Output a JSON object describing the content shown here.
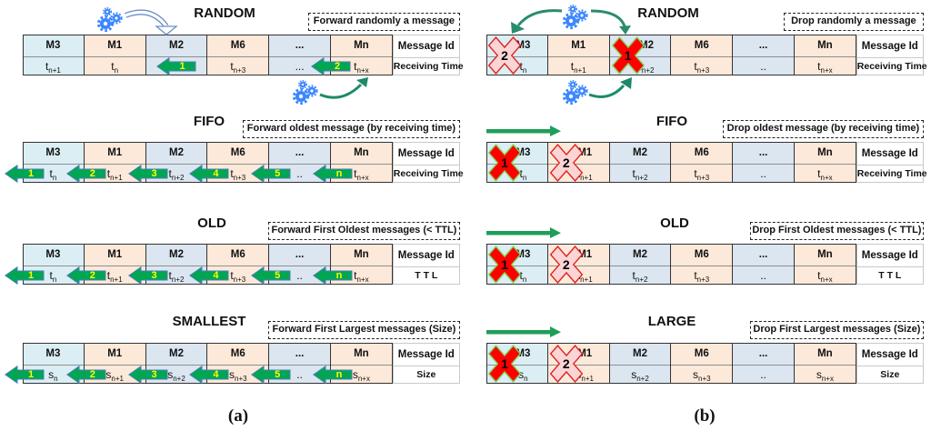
{
  "colors": {
    "cell_light_blue": "#dbeef4",
    "cell_peach": "#fde9d9",
    "cell_grey_blue": "#dce6f1",
    "arrow_green": "#00a651",
    "arrow_number": "#ffff00",
    "drop_solid_red": "#ff0000",
    "drop_outline_pink": "#fbd5d5",
    "gear_blue": "#3a86ff"
  },
  "panels": [
    {
      "id": "a",
      "caption": "(a)",
      "sections": [
        {
          "title": "RANDOM",
          "description": "Forward randomly a message",
          "label_top": "Message Id",
          "label_bottom": "Receiving Time",
          "cells": [
            {
              "id": "M3",
              "value": "t",
              "sub": "n+1",
              "fill": "#dbeef4"
            },
            {
              "id": "M1",
              "value": "t",
              "sub": "n",
              "fill": "#fde9d9"
            },
            {
              "id": "M2",
              "value": "",
              "sub": "",
              "fill": "#dce6f1"
            },
            {
              "id": "M6",
              "value": "t",
              "sub": "n+3",
              "fill": "#fde9d9"
            },
            {
              "id": "...",
              "value": "...",
              "sub": "",
              "fill": "#dce6f1"
            },
            {
              "id": "Mn",
              "value": "t",
              "sub": "n+x",
              "fill": "#fde9d9"
            }
          ],
          "forward_arrows": [
            {
              "label": "1",
              "target": "M2"
            },
            {
              "label": "2",
              "target": "Mn"
            }
          ]
        },
        {
          "title": "FIFO",
          "description": "Forward oldest message (by receiving time)",
          "label_top": "Message Id",
          "label_bottom": "Receiving Time",
          "cells": [
            {
              "id": "M3",
              "value": "t",
              "sub": "n",
              "fill": "#dbeef4"
            },
            {
              "id": "M1",
              "value": "t",
              "sub": "n+1",
              "fill": "#fde9d9"
            },
            {
              "id": "M2",
              "value": "t",
              "sub": "n+2",
              "fill": "#dce6f1"
            },
            {
              "id": "M6",
              "value": "t",
              "sub": "n+3",
              "fill": "#fde9d9"
            },
            {
              "id": "...",
              "value": "..",
              "sub": "",
              "fill": "#dce6f1"
            },
            {
              "id": "Mn",
              "value": "t",
              "sub": "n+x",
              "fill": "#fde9d9"
            }
          ],
          "forward_arrows": [
            {
              "label": "1",
              "target": "M3"
            },
            {
              "label": "2",
              "target": "M1"
            },
            {
              "label": "3",
              "target": "M2"
            },
            {
              "label": "4",
              "target": "M6"
            },
            {
              "label": "5",
              "target": "..."
            },
            {
              "label": "n",
              "target": "Mn"
            }
          ]
        },
        {
          "title": "OLD",
          "description": "Forward First Oldest messages (< TTL)",
          "label_top": "Message Id",
          "label_bottom": "T T L",
          "cells": [
            {
              "id": "M3",
              "value": "t",
              "sub": "n",
              "fill": "#dbeef4"
            },
            {
              "id": "M1",
              "value": "t",
              "sub": "n+1",
              "fill": "#fde9d9"
            },
            {
              "id": "M2",
              "value": "t",
              "sub": "n+2",
              "fill": "#dce6f1"
            },
            {
              "id": "M6",
              "value": "t",
              "sub": "n+3",
              "fill": "#fde9d9"
            },
            {
              "id": "...",
              "value": "..",
              "sub": "",
              "fill": "#dce6f1"
            },
            {
              "id": "Mn",
              "value": "t",
              "sub": "n+x",
              "fill": "#fde9d9"
            }
          ],
          "forward_arrows": [
            {
              "label": "1",
              "target": "M3"
            },
            {
              "label": "2",
              "target": "M1"
            },
            {
              "label": "3",
              "target": "M2"
            },
            {
              "label": "4",
              "target": "M6"
            },
            {
              "label": "5",
              "target": "..."
            },
            {
              "label": "n",
              "target": "Mn"
            }
          ]
        },
        {
          "title": "SMALLEST",
          "description": "Forward First Largest messages (Size)",
          "label_top": "Message Id",
          "label_bottom": "Size",
          "cells": [
            {
              "id": "M3",
              "value": "s",
              "sub": "n",
              "fill": "#dbeef4"
            },
            {
              "id": "M1",
              "value": "s",
              "sub": "n+1",
              "fill": "#fde9d9"
            },
            {
              "id": "M2",
              "value": "s",
              "sub": "n+2",
              "fill": "#dce6f1"
            },
            {
              "id": "M6",
              "value": "s",
              "sub": "n+3",
              "fill": "#fde9d9"
            },
            {
              "id": "...",
              "value": "..",
              "sub": "",
              "fill": "#dce6f1"
            },
            {
              "id": "Mn",
              "value": "s",
              "sub": "n+x",
              "fill": "#fde9d9"
            }
          ],
          "forward_arrows": [
            {
              "label": "1",
              "target": "M3"
            },
            {
              "label": "2",
              "target": "M1"
            },
            {
              "label": "3",
              "target": "M2"
            },
            {
              "label": "4",
              "target": "M6"
            },
            {
              "label": "5",
              "target": "..."
            },
            {
              "label": "n",
              "target": "Mn"
            }
          ]
        }
      ]
    },
    {
      "id": "b",
      "caption": "(b)",
      "sections": [
        {
          "title": "RANDOM",
          "description": "Drop randomly a message",
          "label_top": "Message Id",
          "label_bottom": "Receiving Time",
          "cells": [
            {
              "id": "M3",
              "value": "t",
              "sub": "n",
              "fill": "#dbeef4"
            },
            {
              "id": "M1",
              "value": "t",
              "sub": "n+1",
              "fill": "#fde9d9"
            },
            {
              "id": "M2",
              "value": "t",
              "sub": "n+2",
              "fill": "#dce6f1"
            },
            {
              "id": "M6",
              "value": "t",
              "sub": "n+3",
              "fill": "#fde9d9"
            },
            {
              "id": "...",
              "value": "..",
              "sub": "",
              "fill": "#dce6f1"
            },
            {
              "id": "Mn",
              "value": "t",
              "sub": "n+x",
              "fill": "#fde9d9"
            }
          ],
          "drop_marks": [
            {
              "label": "2",
              "target": "M3",
              "style": "outline"
            },
            {
              "label": "1",
              "target": "M2",
              "style": "solid"
            }
          ]
        },
        {
          "title": "FIFO",
          "description": "Drop oldest message (by receiving time)",
          "label_top": "Message Id",
          "label_bottom": "Receiving Time",
          "flow_arrow": "right",
          "cells": [
            {
              "id": "M3",
              "value": "t",
              "sub": "n",
              "fill": "#dbeef4"
            },
            {
              "id": "M1",
              "value": "t",
              "sub": "n+1",
              "fill": "#fde9d9"
            },
            {
              "id": "M2",
              "value": "t",
              "sub": "n+2",
              "fill": "#dce6f1"
            },
            {
              "id": "M6",
              "value": "t",
              "sub": "n+3",
              "fill": "#fde9d9"
            },
            {
              "id": "...",
              "value": "..",
              "sub": "",
              "fill": "#dce6f1"
            },
            {
              "id": "Mn",
              "value": "t",
              "sub": "n+x",
              "fill": "#fde9d9"
            }
          ],
          "drop_marks": [
            {
              "label": "1",
              "target": "M3",
              "style": "solid"
            },
            {
              "label": "2",
              "target": "M1",
              "style": "outline"
            }
          ]
        },
        {
          "title": "OLD",
          "description": "Drop First Oldest messages (< TTL)",
          "label_top": "Message Id",
          "label_bottom": "T T L",
          "flow_arrow": "right",
          "cells": [
            {
              "id": "M3",
              "value": "t",
              "sub": "n",
              "fill": "#dbeef4"
            },
            {
              "id": "M1",
              "value": "t",
              "sub": "n+1",
              "fill": "#fde9d9"
            },
            {
              "id": "M2",
              "value": "t",
              "sub": "n+2",
              "fill": "#dce6f1"
            },
            {
              "id": "M6",
              "value": "t",
              "sub": "n+3",
              "fill": "#fde9d9"
            },
            {
              "id": "...",
              "value": "..",
              "sub": "",
              "fill": "#dce6f1"
            },
            {
              "id": "Mn",
              "value": "t",
              "sub": "n+x",
              "fill": "#fde9d9"
            }
          ],
          "drop_marks": [
            {
              "label": "1",
              "target": "M3",
              "style": "solid"
            },
            {
              "label": "2",
              "target": "M1",
              "style": "outline"
            }
          ]
        },
        {
          "title": "LARGE",
          "description": "Drop First Largest messages (Size)",
          "label_top": "Message Id",
          "label_bottom": "Size",
          "flow_arrow": "right",
          "cells": [
            {
              "id": "M3",
              "value": "s",
              "sub": "n",
              "fill": "#dbeef4"
            },
            {
              "id": "M1",
              "value": "s",
              "sub": "n+1",
              "fill": "#fde9d9"
            },
            {
              "id": "M2",
              "value": "s",
              "sub": "n+2",
              "fill": "#dce6f1"
            },
            {
              "id": "M6",
              "value": "s",
              "sub": "n+3",
              "fill": "#fde9d9"
            },
            {
              "id": "...",
              "value": "..",
              "sub": "",
              "fill": "#dce6f1"
            },
            {
              "id": "Mn",
              "value": "s",
              "sub": "n+x",
              "fill": "#fde9d9"
            }
          ],
          "drop_marks": [
            {
              "label": "1",
              "target": "M3",
              "style": "solid"
            },
            {
              "label": "2",
              "target": "M1",
              "style": "outline"
            }
          ]
        }
      ]
    }
  ]
}
